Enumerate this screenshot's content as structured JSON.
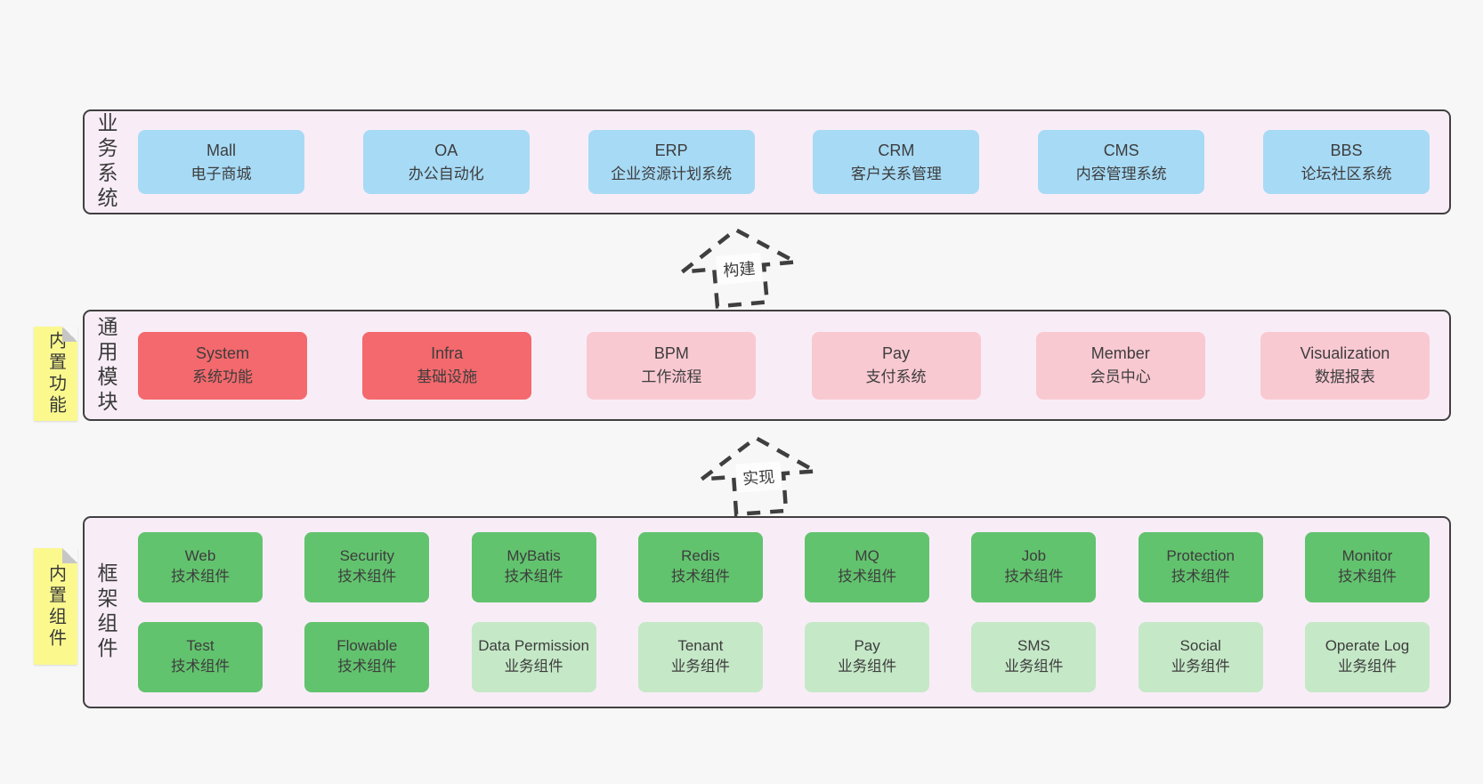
{
  "page": {
    "background": "#f7f7f7",
    "panel_fill": "#f8edf7",
    "panel_border": "#404040"
  },
  "colors": {
    "business_box": "#a7daf5",
    "core_module_box": "#f4696d",
    "module_box": "#f9c9d2",
    "tech_component_box": "#62c36e",
    "biz_component_box": "#c5e8c7",
    "sticky_note": "#fbf98e",
    "text": "#3d3d3d"
  },
  "arrows": [
    {
      "label": "构建"
    },
    {
      "label": "实现"
    }
  ],
  "layers": [
    {
      "label": "业务系统",
      "boxes": [
        {
          "name": "Mall",
          "desc": "电子商城"
        },
        {
          "name": "OA",
          "desc": "办公自动化"
        },
        {
          "name": "ERP",
          "desc": "企业资源计划系统"
        },
        {
          "name": "CRM",
          "desc": "客户关系管理"
        },
        {
          "name": "CMS",
          "desc": "内容管理系统"
        },
        {
          "name": "BBS",
          "desc": "论坛社区系统"
        }
      ]
    },
    {
      "label": "通用模块",
      "note": "内置功能",
      "boxes": [
        {
          "name": "System",
          "desc": "系统功能"
        },
        {
          "name": "Infra",
          "desc": "基础设施"
        },
        {
          "name": "BPM",
          "desc": "工作流程"
        },
        {
          "name": "Pay",
          "desc": "支付系统"
        },
        {
          "name": "Member",
          "desc": "会员中心"
        },
        {
          "name": "Visualization",
          "desc": "数据报表"
        }
      ]
    },
    {
      "label": "框架组件",
      "note": "内置组件",
      "rows": [
        [
          {
            "name": "Web",
            "desc": "技术组件"
          },
          {
            "name": "Security",
            "desc": "技术组件"
          },
          {
            "name": "MyBatis",
            "desc": "技术组件"
          },
          {
            "name": "Redis",
            "desc": "技术组件"
          },
          {
            "name": "MQ",
            "desc": "技术组件"
          },
          {
            "name": "Job",
            "desc": "技术组件"
          },
          {
            "name": "Protection",
            "desc": "技术组件"
          },
          {
            "name": "Monitor",
            "desc": "技术组件"
          }
        ],
        [
          {
            "name": "Test",
            "desc": "技术组件"
          },
          {
            "name": "Flowable",
            "desc": "技术组件"
          },
          {
            "name": "Data Permission",
            "desc": "业务组件"
          },
          {
            "name": "Tenant",
            "desc": "业务组件"
          },
          {
            "name": "Pay",
            "desc": "业务组件"
          },
          {
            "name": "SMS",
            "desc": "业务组件"
          },
          {
            "name": "Social",
            "desc": "业务组件"
          },
          {
            "name": "Operate Log",
            "desc": "业务组件"
          }
        ]
      ]
    }
  ]
}
